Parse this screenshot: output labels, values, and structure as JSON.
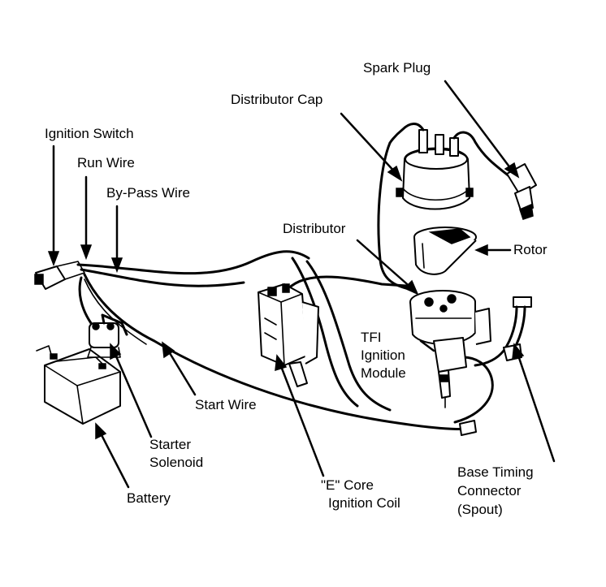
{
  "labels": {
    "spark_plug": "Spark Plug",
    "distributor_cap": "Distributor Cap",
    "ignition_switch": "Ignition Switch",
    "run_wire": "Run Wire",
    "bypass_wire": "By-Pass Wire",
    "distributor": "Distributor",
    "rotor": "Rotor",
    "tfi_line1": "TFI",
    "tfi_line2": "Ignition",
    "tfi_line3": "Module",
    "start_wire": "Start Wire",
    "starter_line1": "Starter",
    "starter_line2": "Solenoid",
    "battery": "Battery",
    "ecore_line1": "\"E\" Core",
    "ecore_line2": "Ignition Coil",
    "timing_line1": "Base Timing",
    "timing_line2": "Connector",
    "timing_line3": "(Spout)"
  }
}
